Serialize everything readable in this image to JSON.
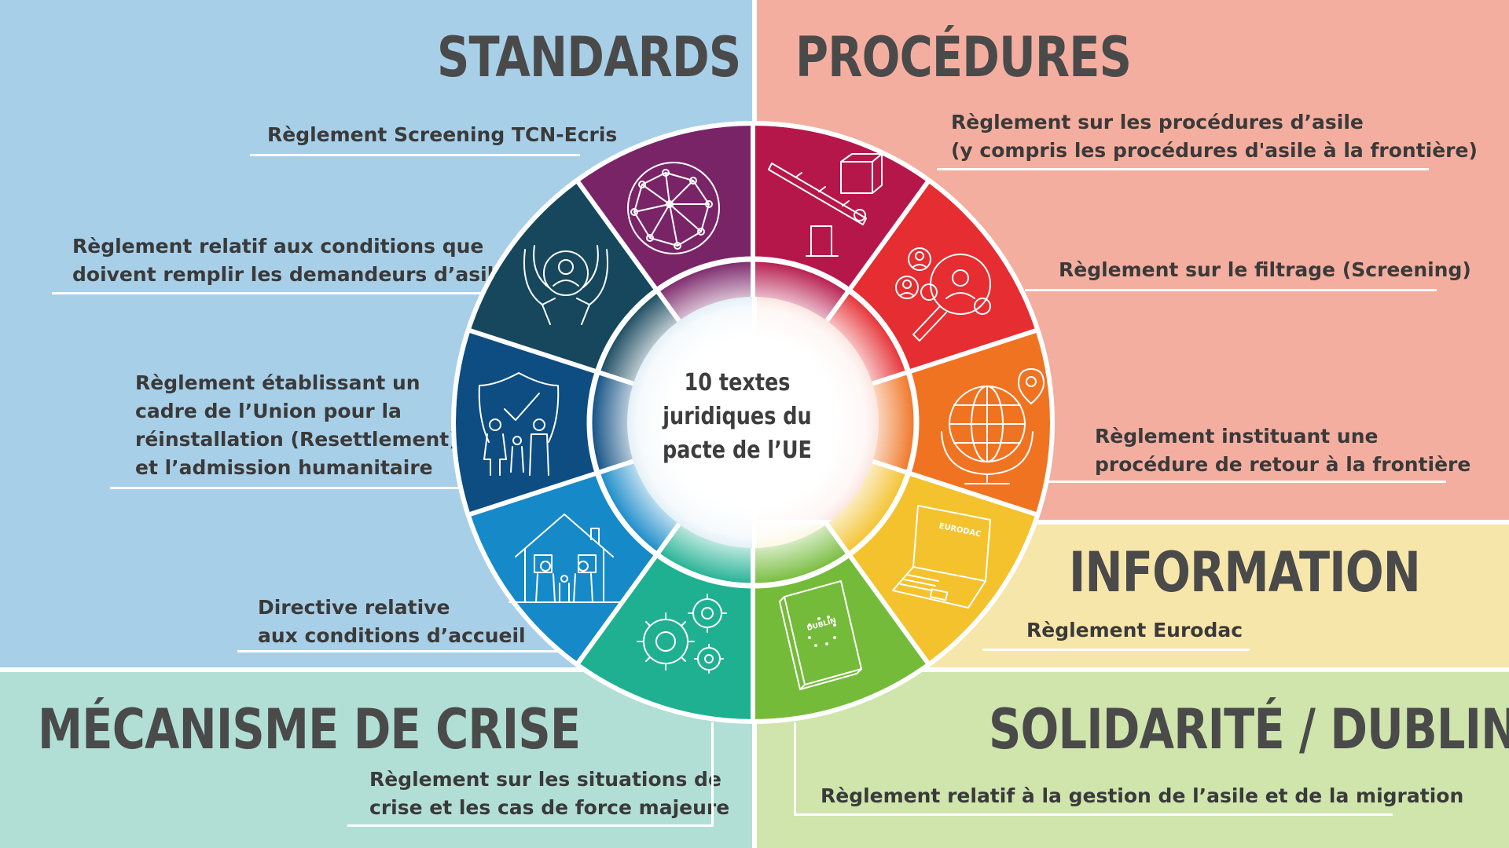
{
  "center": {
    "lines": [
      "10 textes",
      "juridiques du",
      "pacte de l’UE"
    ]
  },
  "colors": {
    "standards_bg": "#a8cfe8",
    "procedures_bg": "#f4ae9f",
    "information_bg": "#f7e6a9",
    "solidarite_bg": "#cfe5ac",
    "crise_bg": "#b1dfd6",
    "heading_text": "#4a4a4a",
    "label_text": "#3a3a3a"
  },
  "sections": {
    "standards": {
      "heading": "STANDARDS"
    },
    "procedures": {
      "heading": "PROCÉDURES"
    },
    "information": {
      "heading": "INFORMATION"
    },
    "solidarite": {
      "heading": "SOLIDARITÉ / DUBLIN"
    },
    "crise": {
      "heading": "MÉCANISME DE CRISE"
    }
  },
  "labels": {
    "screening_tcn": {
      "lines": [
        "Règlement Screening TCN-Ecris"
      ]
    },
    "qualification": {
      "lines": [
        "Règlement relatif aux conditions que",
        "doivent remplir les demandeurs d’asile"
      ]
    },
    "reinstallation": {
      "lines": [
        "Règlement établissant un",
        "cadre de l’Union pour la",
        "réinstallation (Resettlement)",
        "et l’admission humanitaire"
      ]
    },
    "accueil": {
      "lines": [
        "Directive relative",
        "aux conditions d’accueil"
      ]
    },
    "crise": {
      "lines": [
        "Règlement sur les situations de",
        "crise et les cas de force majeure"
      ]
    },
    "procedures_asile": {
      "lines": [
        "Règlement sur les procédures d’asile",
        "(y compris les procédures d'asile à la frontière)"
      ]
    },
    "filtrage": {
      "lines": [
        "Règlement sur le filtrage (Screening)"
      ]
    },
    "retour": {
      "lines": [
        "Règlement instituant une",
        "procédure de retour à la frontière"
      ]
    },
    "eurodac": {
      "lines": [
        "Règlement Eurodac"
      ]
    },
    "gestion_asile": {
      "lines": [
        "Règlement relatif à la gestion de l’asile et de la migration"
      ]
    }
  },
  "wheel": {
    "segments": [
      {
        "name": "screening-tcn",
        "color": "#7a2468",
        "icon": "network-globe-icon"
      },
      {
        "name": "qualification",
        "color": "#16475d",
        "icon": "protecting-hands-icon"
      },
      {
        "name": "reinstallation",
        "color": "#0d4d82",
        "icon": "family-shield-icon"
      },
      {
        "name": "accueil",
        "color": "#1689c8",
        "icon": "family-house-icon"
      },
      {
        "name": "crise",
        "color": "#1fb092",
        "icon": "gears-icon"
      },
      {
        "name": "gestion-asile",
        "color": "#74bb3a",
        "icon": "dublin-book-icon"
      },
      {
        "name": "eurodac",
        "color": "#f3c22d",
        "icon": "eurodac-laptop-icon"
      },
      {
        "name": "retour",
        "color": "#f07322",
        "icon": "globe-pin-icon"
      },
      {
        "name": "filtrage",
        "color": "#e52d32",
        "icon": "magnifier-people-icon"
      },
      {
        "name": "procedures-asile",
        "color": "#b5174b",
        "icon": "border-barrier-icon"
      }
    ],
    "icon_texts": {
      "eurodac": "EURODAC",
      "dublin": "DUBLIN"
    }
  }
}
